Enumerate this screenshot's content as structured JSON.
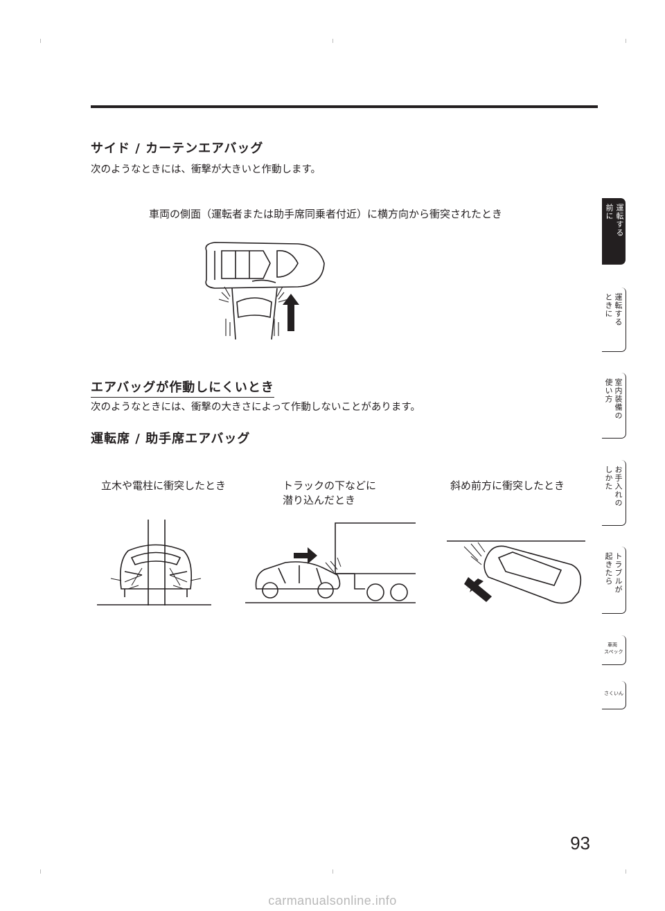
{
  "section1": {
    "heading": "サイド / カーテンエアバッグ",
    "intro": "次のようなときには、衝撃が大きいと作動します。",
    "caption": "車両の側面（運転者または助手席同乗者付近）に横方向から衝突されたとき"
  },
  "section2": {
    "heading": "エアバッグが作動しにくいとき",
    "intro": "次のようなときには、衝撃の大きさによって作動しないことがあります。",
    "subheading": "運転席 / 助手席エアバッグ",
    "captions": [
      {
        "line1": "立木や電柱に衝突したとき",
        "line2": ""
      },
      {
        "line1": "トラックの下などに",
        "line2": "潜り込んだとき"
      },
      {
        "line1": "斜め前方に衝突したとき",
        "line2": ""
      }
    ]
  },
  "tabs": [
    {
      "col1": "前に",
      "col2": "運転する",
      "active": true
    },
    {
      "col1": "ときに",
      "col2": "運転する",
      "active": false
    },
    {
      "col1": "使い方",
      "col2": "室内装備の",
      "active": false
    },
    {
      "col1": "しかた",
      "col2": "お手入れの",
      "active": false
    },
    {
      "col1": "起きたら",
      "col2": "トラブルが",
      "active": false
    },
    {
      "line1": "車両",
      "line2": "スペック",
      "active": false
    },
    {
      "line1": "さくいん",
      "active": false
    }
  ],
  "page_number": "93",
  "watermark": "carmanualsonline.info"
}
